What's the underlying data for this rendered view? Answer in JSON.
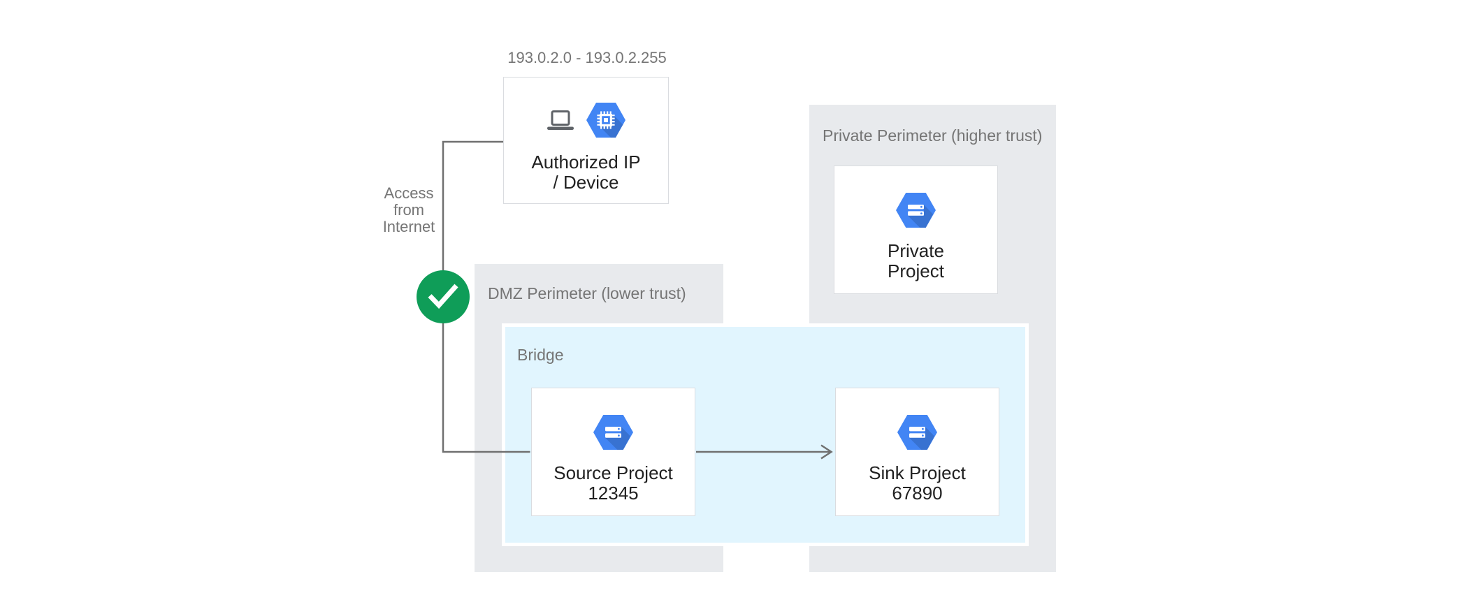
{
  "diagram": {
    "kind": "gcp-vpc-service-controls-bridge-architecture",
    "ip_range_label": "193.0.2.0 - 193.0.2.255",
    "access_label": {
      "line1": "Access",
      "line2": "from",
      "line3": "Internet"
    },
    "zones": {
      "dmz": {
        "label": "DMZ Perimeter (lower trust)"
      },
      "private": {
        "label": "Private Perimeter (higher trust)"
      },
      "bridge": {
        "label": "Bridge"
      }
    },
    "nodes": {
      "authorized": {
        "line1": "Authorized IP",
        "line2": "/ Device",
        "icons": [
          "laptop-icon",
          "compute-engine-hexagon-icon"
        ]
      },
      "source": {
        "line1": "Source Project",
        "line2": "12345",
        "icon": "project-hexagon-icon"
      },
      "sink": {
        "line1": "Sink Project",
        "line2": "67890",
        "icon": "project-hexagon-icon"
      },
      "private_project": {
        "line1": "Private",
        "line2": "Project",
        "icon": "project-hexagon-icon"
      }
    },
    "icons": {
      "check": "check-circle-icon",
      "laptop": "laptop-icon",
      "compute_engine": "compute-engine-hexagon-icon",
      "project": "project-hexagon-icon",
      "arrowhead": "arrowhead-icon"
    },
    "colors": {
      "perimeter_fill": "#E8EAED",
      "bridge_fill": "#E1F5FE",
      "bridge_border": "#FFFFFF",
      "node_fill": "#FFFFFF",
      "node_border": "#DADCE0",
      "hexagon_blue": "#4285F4",
      "icon_gray": "#5F6368",
      "check_green": "#0F9D58",
      "connector_gray": "#707070",
      "muted_text": "#757575",
      "dark_text": "#212121"
    }
  }
}
